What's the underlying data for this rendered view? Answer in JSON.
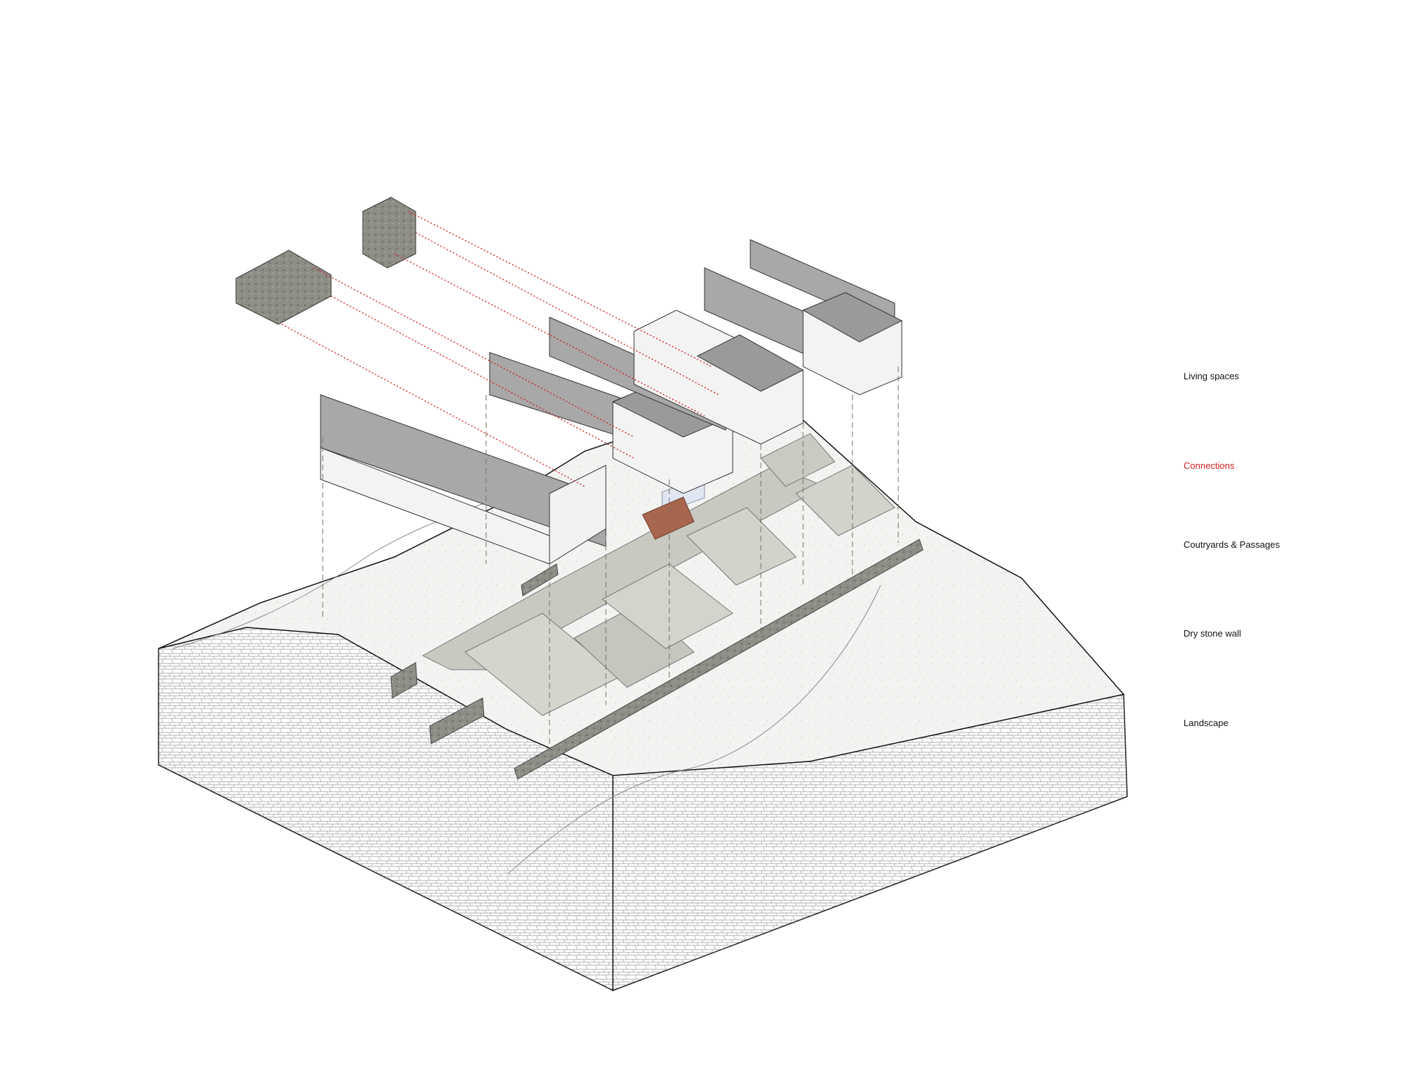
{
  "legend": {
    "living_spaces": "Living spaces",
    "connections": "Connections",
    "courtyards": "Coutryards & Passages",
    "dry_stone_wall": "Dry stone wall",
    "landscape": "Landscape"
  },
  "colors": {
    "connection_lines": "#d21f1f",
    "wall_grey": "#a8a8a8",
    "wall_white": "#f4f4f4",
    "paving": "#cfd1c9",
    "stone": "#8f8f88",
    "landscape": "#f2f2f2",
    "pool": "#dfe6f2",
    "deck": "#a9664e"
  }
}
